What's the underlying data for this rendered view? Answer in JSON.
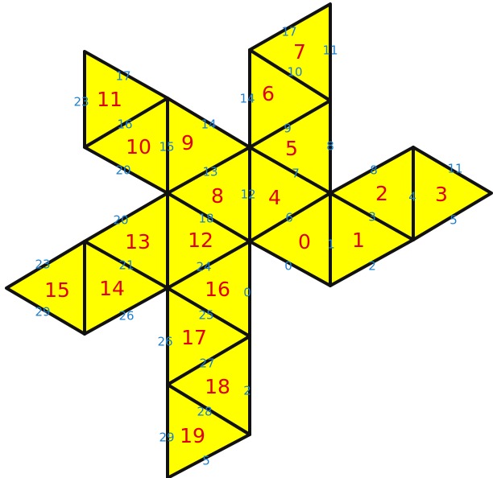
{
  "colors": {
    "face": "#ffff00",
    "stroke": "#111111",
    "face_label": "#e10000",
    "edge_label": "#1e7fd0"
  },
  "faces": [
    {
      "label": "0"
    },
    {
      "label": "1"
    },
    {
      "label": "2"
    },
    {
      "label": "3"
    },
    {
      "label": "4"
    },
    {
      "label": "5"
    },
    {
      "label": "6"
    },
    {
      "label": "7"
    },
    {
      "label": "8"
    },
    {
      "label": "9"
    },
    {
      "label": "10"
    },
    {
      "label": "11"
    },
    {
      "label": "12"
    },
    {
      "label": "13"
    },
    {
      "label": "14"
    },
    {
      "label": "15"
    },
    {
      "label": "16"
    },
    {
      "label": "17"
    },
    {
      "label": "18"
    },
    {
      "label": "19"
    }
  ],
  "edges": [
    {
      "label": "17"
    },
    {
      "label": "11"
    },
    {
      "label": "10"
    },
    {
      "label": "14"
    },
    {
      "label": "9"
    },
    {
      "label": "8"
    },
    {
      "label": "7"
    },
    {
      "label": "8"
    },
    {
      "label": "11"
    },
    {
      "label": "4"
    },
    {
      "label": "3"
    },
    {
      "label": "5"
    },
    {
      "label": "12"
    },
    {
      "label": "6"
    },
    {
      "label": "1"
    },
    {
      "label": "0"
    },
    {
      "label": "2"
    },
    {
      "label": "17"
    },
    {
      "label": "23"
    },
    {
      "label": "16"
    },
    {
      "label": "15"
    },
    {
      "label": "14"
    },
    {
      "label": "13"
    },
    {
      "label": "20"
    },
    {
      "label": "18"
    },
    {
      "label": "20"
    },
    {
      "label": "21"
    },
    {
      "label": "24"
    },
    {
      "label": "23"
    },
    {
      "label": "29"
    },
    {
      "label": "26"
    },
    {
      "label": "0"
    },
    {
      "label": "25"
    },
    {
      "label": "26"
    },
    {
      "label": "27"
    },
    {
      "label": "2"
    },
    {
      "label": "28"
    },
    {
      "label": "29"
    },
    {
      "label": "5"
    }
  ]
}
